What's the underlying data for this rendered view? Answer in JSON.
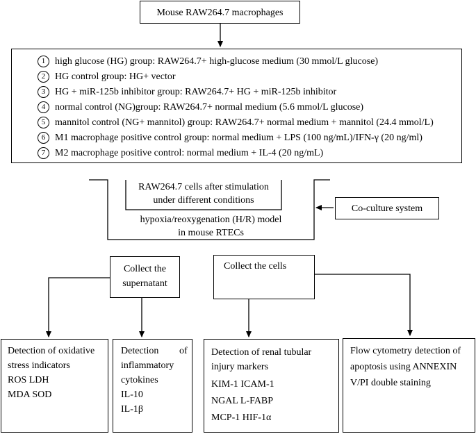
{
  "top_node": "Mouse RAW264.7 macrophages",
  "groups": [
    {
      "num": "1",
      "text": "high glucose (HG) group:   RAW264.7+ high-glucose medium (30 mmol/L glucose)"
    },
    {
      "num": "2",
      "text": "HG control group: HG+ vector"
    },
    {
      "num": "3",
      "text": "HG + miR-125b inhibitor group: RAW264.7+ HG + miR-125b inhibitor"
    },
    {
      "num": "4",
      "text": "normal control (NG)group: RAW264.7+ normal medium (5.6 mmol/L glucose)"
    },
    {
      "num": "5",
      "text": "mannitol control (NG+ mannitol) group: RAW264.7+ normal medium + mannitol (24.4 mmol/L)"
    },
    {
      "num": "6",
      "text": "M1 macrophage positive control group: normal medium + LPS (100 ng/mL)/IFN-γ (20 ng/ml)"
    },
    {
      "num": "7",
      "text": "M2 macrophage positive control: normal medium + IL-4 (20 ng/mL)"
    }
  ],
  "coculture": {
    "inner_line1": "RAW264.7 cells after stimulation",
    "inner_line2": "under different conditions",
    "outer_line1": "hypoxia/reoxygenation (H/R) model",
    "outer_line2": "in mouse RTECs",
    "system_label": "Co-culture system"
  },
  "collect_supernatant": {
    "line1": "Collect the",
    "line2": "supernatant"
  },
  "collect_cells": "Collect the cells",
  "outputs": {
    "oxidative": {
      "l1": "Detection of oxidative",
      "l2": "stress indicators",
      "l3": "ROS LDH",
      "l4": "MDA SOD"
    },
    "inflammatory": {
      "l1a": "Detection",
      "l1b": "of",
      "l2": "inflammatory",
      "l3": "cytokines",
      "l4": "IL-10",
      "l5": "IL-1β"
    },
    "renal": {
      "l1": "Detection of renal tubular",
      "l2": "injury markers",
      "l3": "KIM-1 ICAM-1",
      "l4": "NGAL L-FABP",
      "l5": "MCP-1 HIF-1α"
    },
    "flow": {
      "l1": "Flow cytometry detection of",
      "l2": "apoptosis using ANNEXIN",
      "l3": "V/PI double staining"
    }
  }
}
